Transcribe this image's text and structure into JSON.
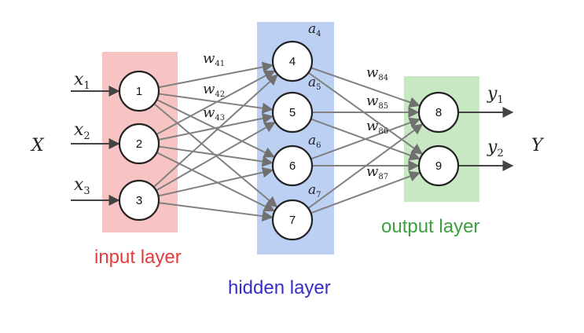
{
  "colors": {
    "input_band": "#f7c3c3",
    "hidden_band": "#bcd0f3",
    "output_band": "#c8e8c3",
    "input_text": "#e53b3b",
    "hidden_text": "#3a2cc8",
    "output_text": "#3f9e3f",
    "edge": "#808080",
    "node_fill": "#ffffff",
    "node_stroke": "#222222"
  },
  "layers": {
    "input": {
      "label": "input layer",
      "nodes": [
        "1",
        "2",
        "3"
      ]
    },
    "hidden": {
      "label": "hidden layer",
      "nodes": [
        "4",
        "5",
        "6",
        "7"
      ]
    },
    "output": {
      "label": "output layer",
      "nodes": [
        "8",
        "9"
      ]
    }
  },
  "inputs": [
    {
      "var": "x",
      "sub": "1"
    },
    {
      "var": "x",
      "sub": "2"
    },
    {
      "var": "x",
      "sub": "3"
    }
  ],
  "outputs": [
    {
      "var": "y",
      "sub": "1"
    },
    {
      "var": "y",
      "sub": "2"
    }
  ],
  "activations": [
    {
      "var": "a",
      "sub": "4"
    },
    {
      "var": "a",
      "sub": "5"
    },
    {
      "var": "a",
      "sub": "6"
    },
    {
      "var": "a",
      "sub": "7"
    }
  ],
  "weights": [
    {
      "var": "w",
      "sub": "41"
    },
    {
      "var": "w",
      "sub": "42"
    },
    {
      "var": "w",
      "sub": "43"
    },
    {
      "var": "w",
      "sub": "84"
    },
    {
      "var": "w",
      "sub": "85"
    },
    {
      "var": "w",
      "sub": "86"
    },
    {
      "var": "w",
      "sub": "87"
    }
  ],
  "X_label": "X",
  "Y_label": "Y"
}
